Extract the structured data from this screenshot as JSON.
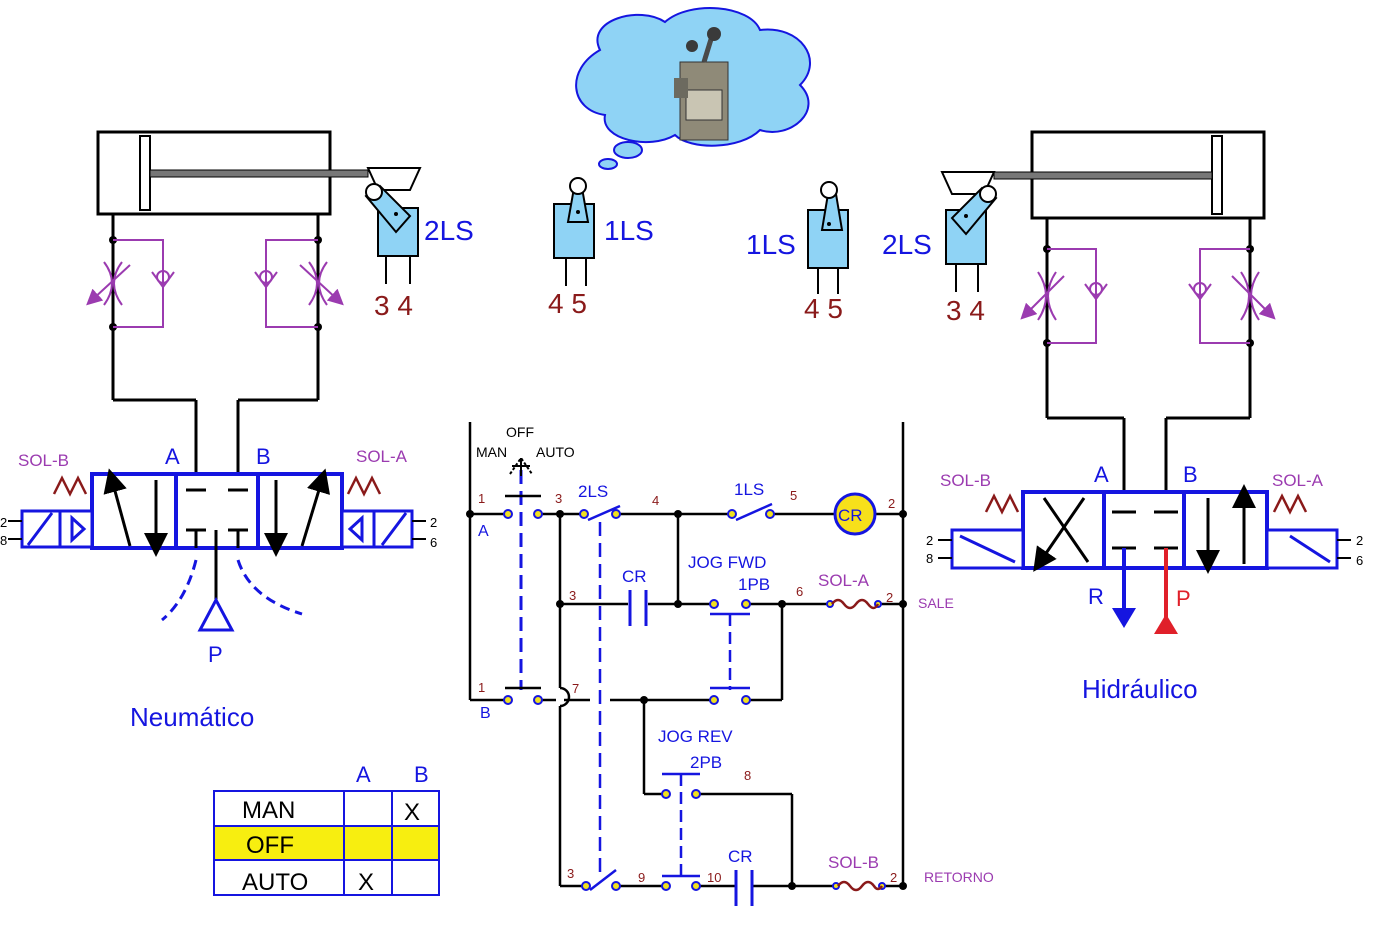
{
  "colors": {
    "blue": "#1515e0",
    "black": "#000000",
    "purple": "#9b3bb0",
    "maroon": "#8a1a1a",
    "red": "#e0202a",
    "lightblue": "#8fd3f5",
    "yellow": "#f7ee10",
    "crfill": "#f7e01a",
    "contact": "#f0e020"
  },
  "pneumatic": {
    "title": "Neumático",
    "port_a": "A",
    "port_b": "B",
    "port_p": "P",
    "sol_b": "SOL-B",
    "sol_a": "SOL-A",
    "pin_left_top": "2",
    "pin_left_bottom": "8",
    "pin_right_top": "2",
    "pin_right_bottom": "6",
    "ls2": "2LS",
    "ls2_pins": "3 4",
    "ls1": "1LS",
    "ls1_pins": "4 5"
  },
  "hydraulic": {
    "title": "Hidráulico",
    "port_a": "A",
    "port_b": "B",
    "port_r": "R",
    "port_p": "P",
    "sol_b": "SOL-B",
    "sol_a": "SOL-A",
    "pin_left_top": "2",
    "pin_left_bottom": "8",
    "pin_right_top": "2",
    "pin_right_bottom": "6",
    "ls1": "1LS",
    "ls1_pins": "4 5",
    "ls2": "2LS",
    "ls2_pins": "3 4"
  },
  "ladder": {
    "selector_off": "OFF",
    "selector_man": "MAN",
    "selector_auto": "AUTO",
    "label_a": "A",
    "label_b": "B",
    "n1_top": "1",
    "n3_top": "3",
    "ls2": "2LS",
    "n4": "4",
    "ls1": "1LS",
    "n5": "5",
    "cr_coil": "CR",
    "n2_r1": "2",
    "n3_r2": "3",
    "cr_contact_r2": "CR",
    "jog_fwd": "JOG FWD",
    "pb1": "1PB",
    "n6": "6",
    "sol_a": "SOL-A",
    "n2_r2": "2",
    "sale": "SALE",
    "n1_r3": "1",
    "n7": "7",
    "jog_rev": "JOG  REV",
    "pb2": "2PB",
    "n8": "8",
    "n3_r5": "3",
    "n9": "9",
    "n10": "10",
    "cr_contact_r5": "CR",
    "sol_b": "SOL-B",
    "n2_r5": "2",
    "retorno": "RETORNO"
  },
  "truth_table": {
    "col_a": "A",
    "col_b": "B",
    "rows": [
      {
        "label": "MAN",
        "a": "",
        "b": "X"
      },
      {
        "label": "OFF",
        "a": "",
        "b": ""
      },
      {
        "label": "AUTO",
        "a": "X",
        "b": ""
      }
    ]
  }
}
